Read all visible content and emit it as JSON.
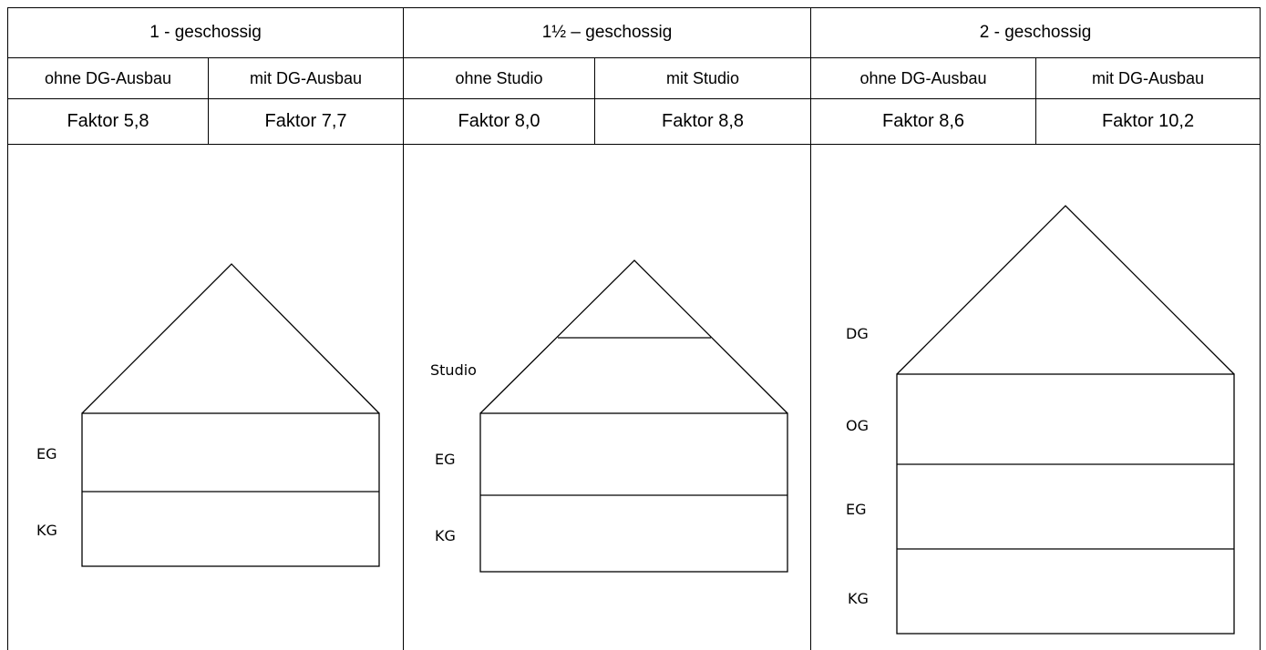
{
  "header": {
    "group1": "1 - geschossig",
    "group2": "1½ – geschossig",
    "group3": "2 - geschossig"
  },
  "variants": {
    "v1": "ohne DG-Ausbau",
    "v2": "mit DG-Ausbau",
    "v3": "ohne Studio",
    "v4": "mit Studio",
    "v5": "ohne DG-Ausbau",
    "v6": "mit DG-Ausbau"
  },
  "factors": {
    "f1": "Faktor 5,8",
    "f2": "Faktor 7,7",
    "f3": "Faktor 8,0",
    "f4": "Faktor 8,8",
    "f5": "Faktor 8,6",
    "f6": "Faktor 10,2"
  },
  "drawings": {
    "house1": {
      "eg": "EG",
      "kg": "KG"
    },
    "house2": {
      "studio": "Studio",
      "eg": "EG",
      "kg": "KG"
    },
    "house3": {
      "dg": "DG",
      "og": "OG",
      "eg": "EG",
      "kg": "KG"
    }
  }
}
